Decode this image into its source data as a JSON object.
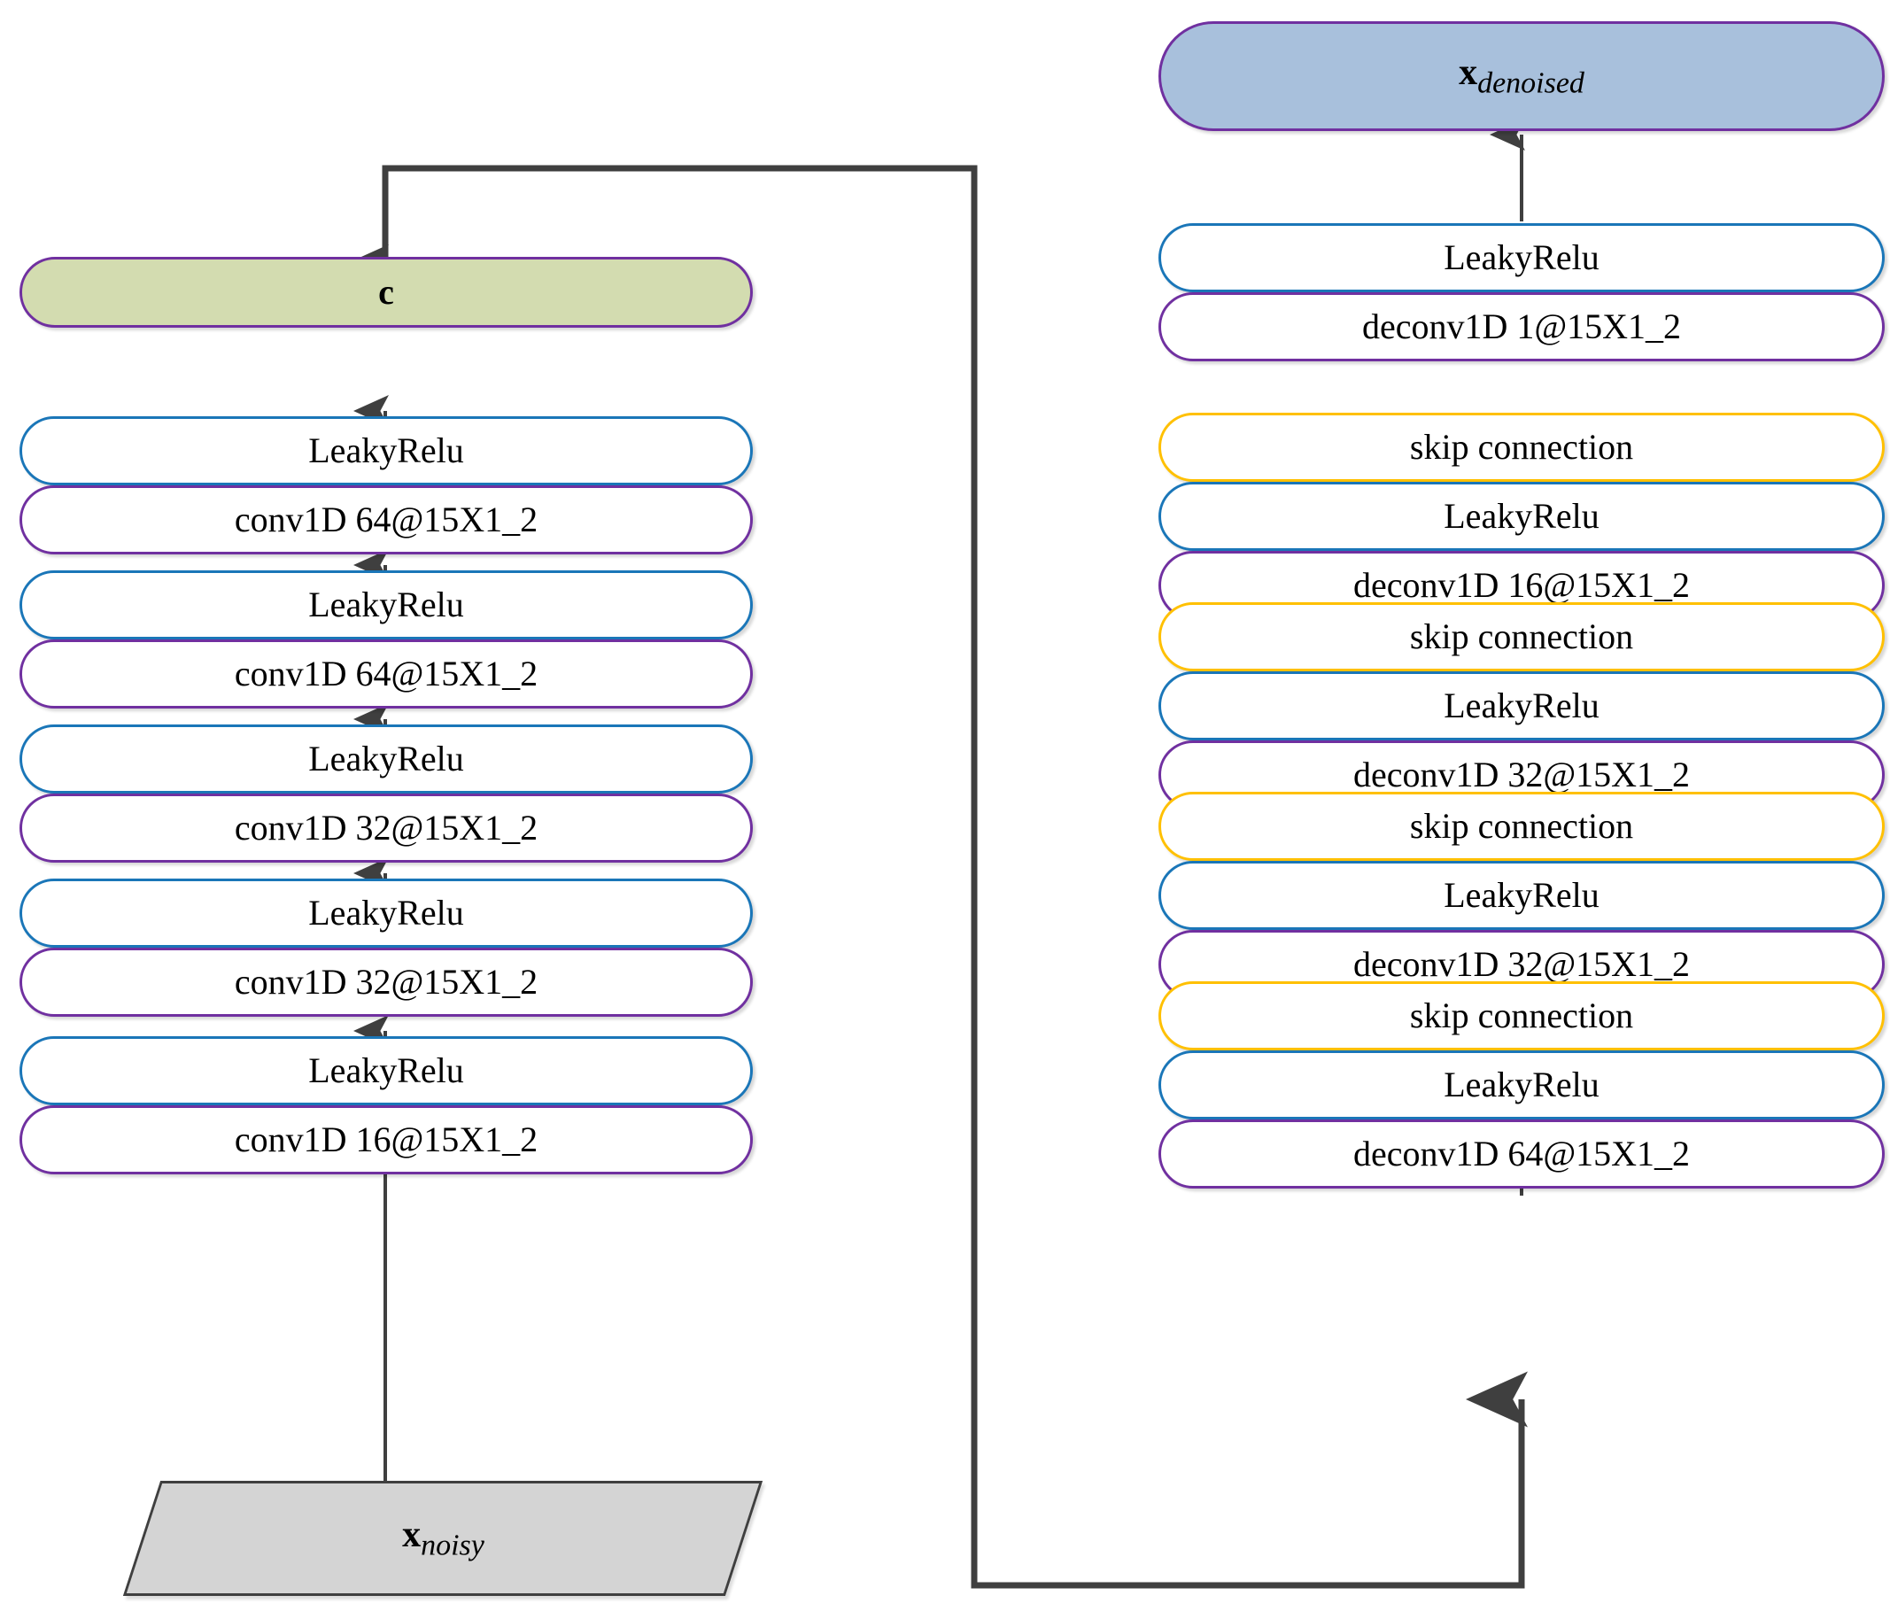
{
  "diagram": {
    "title": "Denoising convolutional autoencoder architecture",
    "colors": {
      "relu_border": "#1A76B8",
      "conv_border": "#7030A0",
      "skip_border": "#FFC000",
      "concat_fill": "#D3DCB0",
      "output_fill": "#A8C0DC",
      "input_fill": "#D4D4D4",
      "wire": "#3F3F3F",
      "arrow": "#3F3F3F"
    }
  },
  "encoder": {
    "input": {
      "var": "x",
      "sub": "noisy"
    },
    "concat": {
      "label": "c"
    },
    "blocks": [
      {
        "activation": "LeakyRelu",
        "layer": "conv1D 64@15X1_2"
      },
      {
        "activation": "LeakyRelu",
        "layer": "conv1D 64@15X1_2"
      },
      {
        "activation": "LeakyRelu",
        "layer": "conv1D 32@15X1_2"
      },
      {
        "activation": "LeakyRelu",
        "layer": "conv1D 32@15X1_2"
      },
      {
        "activation": "LeakyRelu",
        "layer": "conv1D 16@15X1_2"
      }
    ]
  },
  "decoder": {
    "output": {
      "var": "x",
      "sub": "denoised"
    },
    "blocks": [
      {
        "skip": null,
        "activation": "LeakyRelu",
        "layer": "deconv1D 1@15X1_2"
      },
      {
        "skip": "skip connection",
        "activation": "LeakyRelu",
        "layer": "deconv1D 16@15X1_2"
      },
      {
        "skip": "skip connection",
        "activation": "LeakyRelu",
        "layer": "deconv1D 32@15X1_2"
      },
      {
        "skip": "skip connection",
        "activation": "LeakyRelu",
        "layer": "deconv1D 32@15X1_2"
      },
      {
        "skip": "skip connection",
        "activation": "LeakyRelu",
        "layer": "deconv1D 64@15X1_2"
      }
    ]
  }
}
